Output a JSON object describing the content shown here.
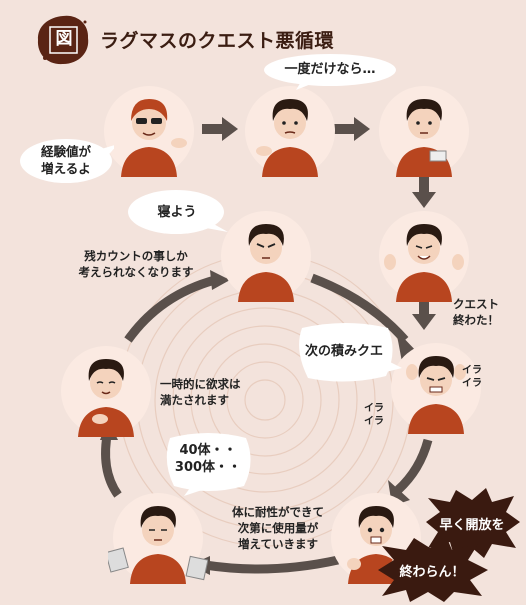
{
  "header": {
    "badge_label": "図",
    "title": "ラグマスのクエスト悪循環"
  },
  "top_row": {
    "bubble_left": "経験値が\n増えるよ",
    "bubble_middle": "一度だけなら…"
  },
  "cycle": {
    "bubble_sleep": "寝よう",
    "text_top": "残カウントの事しか\n考えられなくなります",
    "text_quest_done": "クエスト\n終わた！",
    "bubble_next": "次の積みクエ",
    "ira_1": "イラ\nイラ",
    "ira_2": "イラ\nイラ",
    "text_left": "一時的に欲求は\n満たされます",
    "bubble_counts": "40体・・\n300体・・",
    "text_bottom": "体に耐性ができて\n次第に使用量が\n増えていきます",
    "burst_1": "早く開放を",
    "burst_2": "終わらん！"
  },
  "colors": {
    "background": "#f3e3dc",
    "shirt": "#b8451f",
    "hair": "#2a1a12",
    "arrow": "#5a504b",
    "badge": "#5a2414"
  }
}
